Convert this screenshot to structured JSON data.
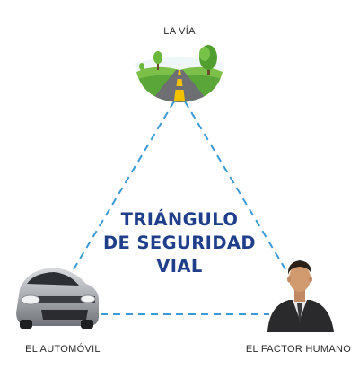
{
  "diagram": {
    "title_lines": [
      "TRIÁNGULO",
      "DE SEGURIDAD",
      "VIAL"
    ],
    "nodes": {
      "top": {
        "label": "LA VÍA",
        "icon": "road-icon"
      },
      "left": {
        "label": "EL AUTOMÓVIL",
        "icon": "car-icon"
      },
      "right": {
        "label": "EL FACTOR HUMANO",
        "icon": "person-icon"
      }
    },
    "colors": {
      "title": "#1f3f8a",
      "dashed_lines": "#3a9ad6",
      "label_text": "#2b2b2b"
    }
  }
}
